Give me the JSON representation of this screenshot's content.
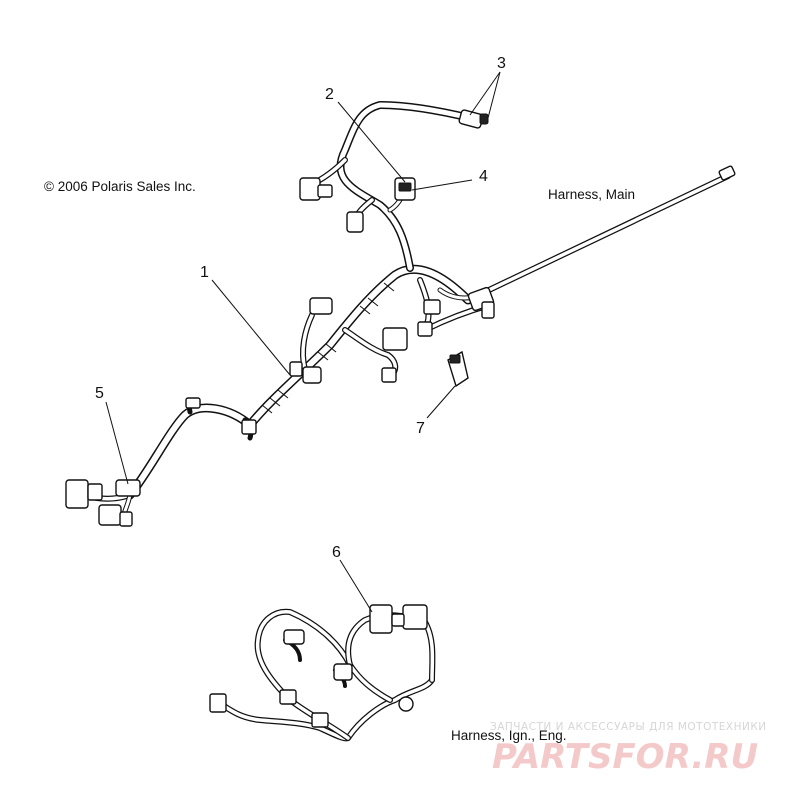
{
  "copyright": "© 2006 Polaris Sales Inc.",
  "captions": {
    "main": "Harness, Main",
    "ign": "Harness, Ign., Eng."
  },
  "callouts": [
    "1",
    "2",
    "3",
    "4",
    "5",
    "6",
    "7"
  ],
  "watermark": {
    "tagline": "ЗАПЧАСТИ И АКСЕССУАРЫ ДЛЯ МОТОТЕХНИКИ",
    "logo": "PARTSFOR.RU",
    "color": "#e88b8b"
  }
}
